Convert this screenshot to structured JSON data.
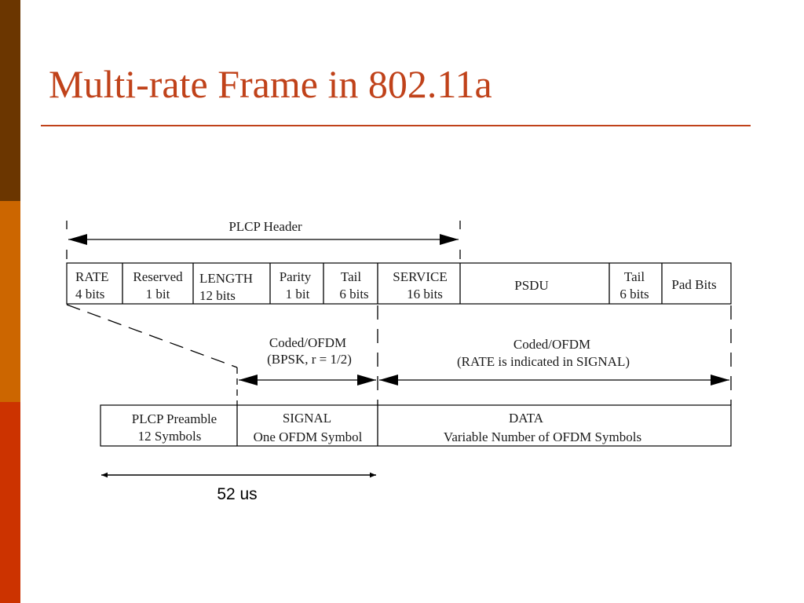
{
  "slide": {
    "title": "Multi-rate Frame in 802.11a",
    "colors": {
      "title": "#c0421a",
      "rule": "#c0421a",
      "sidebar_top": "#6b3600",
      "sidebar_middle": "#cc6600",
      "sidebar_bottom": "#cc3300"
    }
  },
  "diagram": {
    "plcp_header_label": "PLCP Header",
    "header_fields": [
      {
        "name": "RATE",
        "size": "4 bits"
      },
      {
        "name": "Reserved",
        "size": "1 bit"
      },
      {
        "name": "LENGTH",
        "size": "12 bits"
      },
      {
        "name": "Parity",
        "size": "1 bit"
      },
      {
        "name": "Tail",
        "size": "6 bits"
      },
      {
        "name": "SERVICE",
        "size": "16 bits"
      },
      {
        "name": "PSDU",
        "size": ""
      },
      {
        "name": "Tail",
        "size": "6 bits"
      },
      {
        "name": "Pad Bits",
        "size": ""
      }
    ],
    "coding_signal": {
      "line1": "Coded/OFDM",
      "line2": "(BPSK, r = 1/2)"
    },
    "coding_data": {
      "line1": "Coded/OFDM",
      "line2": "(RATE is indicated in SIGNAL)"
    },
    "frame_fields": [
      {
        "line1": "PLCP Preamble",
        "line2": "12 Symbols"
      },
      {
        "line1": "SIGNAL",
        "line2": "One OFDM Symbol"
      },
      {
        "line1": "DATA",
        "line2": "Variable Number of OFDM Symbols"
      }
    ],
    "duration_label": "52 us"
  }
}
